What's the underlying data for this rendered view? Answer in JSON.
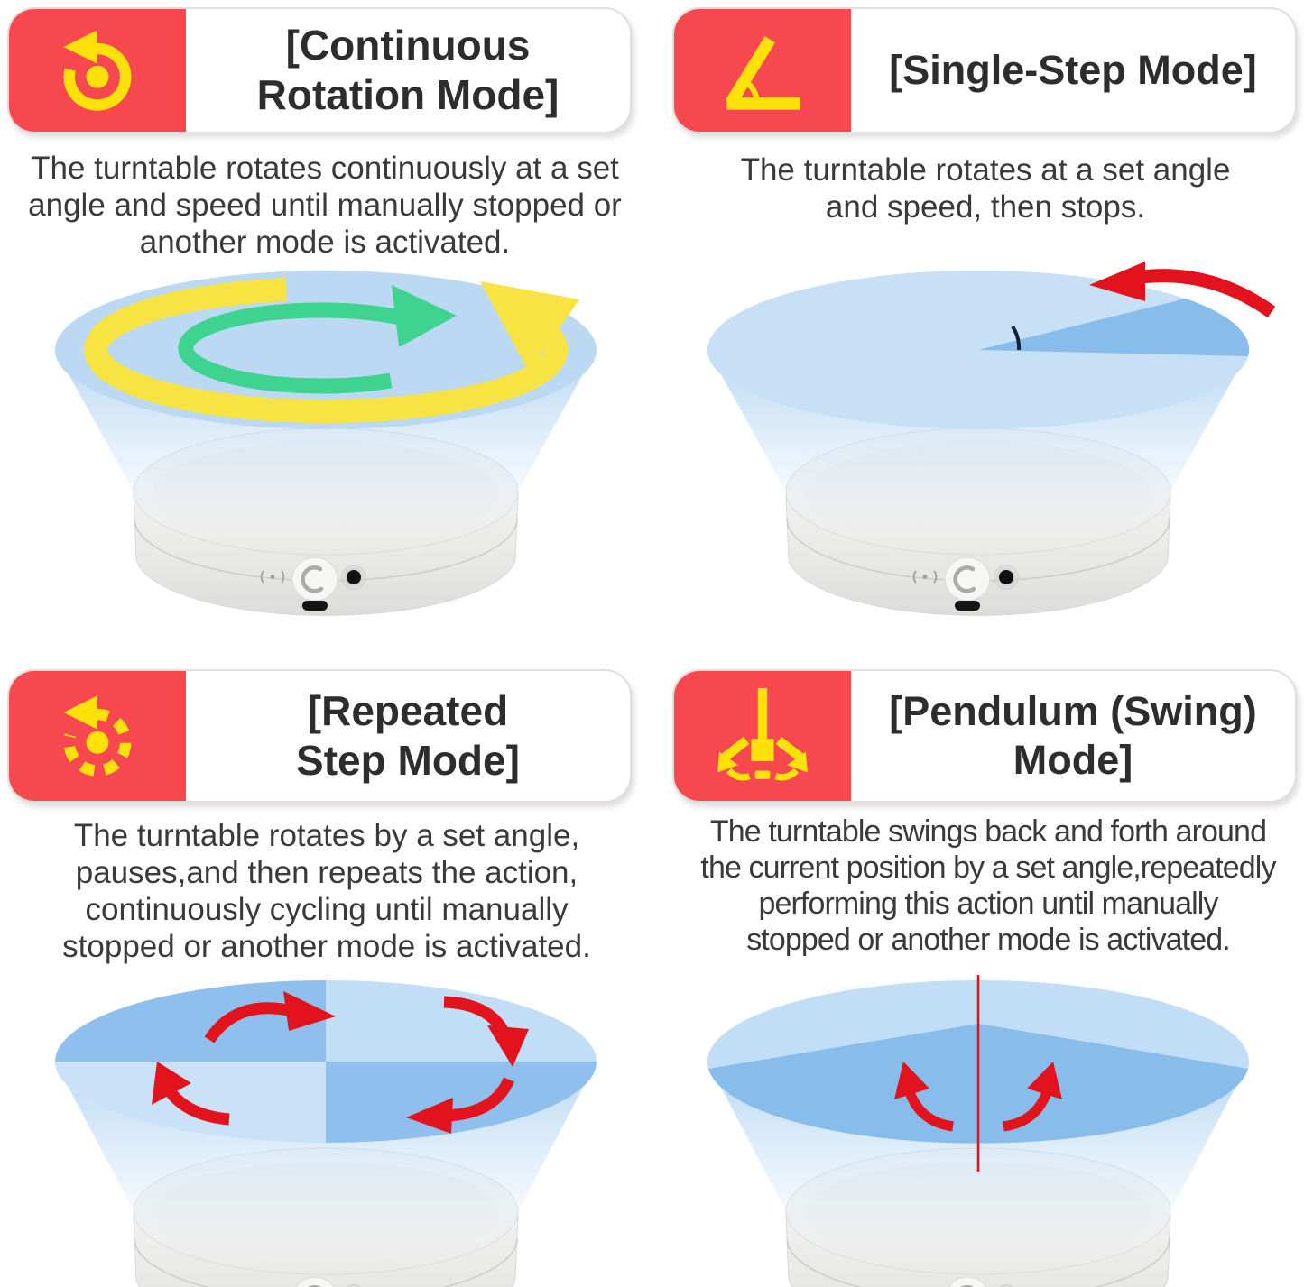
{
  "palette": {
    "badge_red": "#F6484E",
    "icon_yellow": "#FFE10A",
    "title_color": "#2D2D2D",
    "body_color": "#3A3A3A",
    "disc_blue": "#BCD9F4",
    "disc_blue_light": "#C8E0F6",
    "wedge_blue": "#88BCEB",
    "quad_blue_dark": "#8FC0ED",
    "quad_blue_light": "#C2DDF6",
    "arrow_red": "#E2131C",
    "arrow_green": "#3ED48F",
    "arrow_yellow": "#F7E443",
    "pendulum_line_red": "#E01020"
  },
  "cards": [
    {
      "id": "continuous-rotation",
      "icon": "continuous-rotation-icon",
      "title": "[Continuous Rotation Mode]",
      "title_lines": [
        "[Continuous",
        "Rotation Mode]"
      ],
      "description": "The turntable rotates continuously at a set angle and speed until manually stopped or another mode is activated.",
      "desc_lines": [
        "The turntable rotates continuously at a set",
        "angle and speed until manually stopped or",
        "another mode is activated."
      ],
      "illustration": "turntable with green and yellow circular rotation arrows"
    },
    {
      "id": "single-step",
      "icon": "single-step-angle-icon",
      "title": "[Single-Step Mode]",
      "title_lines": [
        "[Single-Step Mode]"
      ],
      "description": "The turntable rotates at a set angle and speed, then stops.",
      "desc_lines": [
        "The turntable rotates at a set angle",
        "and speed, then stops."
      ],
      "illustration": "turntable with single angle sector and red arrow"
    },
    {
      "id": "repeated-step",
      "icon": "repeated-step-icon",
      "title": "[Repeated Step Mode]",
      "title_lines": [
        "[Repeated",
        "Step Mode]"
      ],
      "description": "The turntable rotates by a set angle, pauses,and then repeats the action, continuously cycling until manually stopped or another mode is activated.",
      "desc_lines": [
        "The turntable rotates by a set angle,",
        "pauses,and then repeats the action,",
        "continuously cycling until manually",
        "stopped or another mode is activated."
      ],
      "illustration": "turntable with four quadrants and four red step arrows"
    },
    {
      "id": "pendulum-swing",
      "icon": "pendulum-swing-icon",
      "title": "[Pendulum (Swing) Mode]",
      "title_lines": [
        "[Pendulum (Swing)",
        "Mode]"
      ],
      "description": "The turntable swings back and forth around the current position by a set angle,repeatedly performing this action until manually stopped or another mode is activated.",
      "desc_lines": [
        "The turntable swings back and forth around",
        "the current position by a set angle,repeatedly",
        "performing this action until manually",
        "stopped or another mode is activated."
      ],
      "illustration": "turntable with swing sector, center red line and two red swing arrows"
    }
  ]
}
